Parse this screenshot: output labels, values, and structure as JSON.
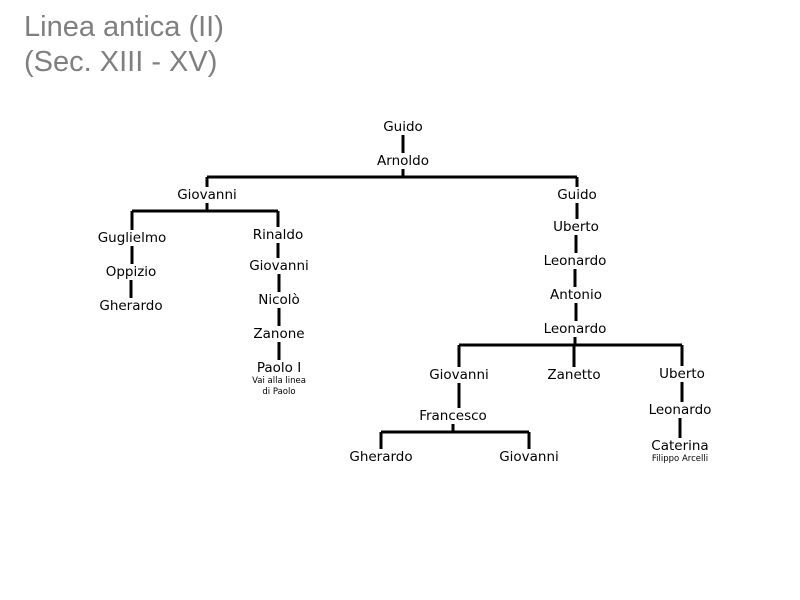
{
  "title": {
    "line1": "Linea antica (II)",
    "line2": "(Sec. XIII - XV)"
  },
  "nodes": [
    {
      "id": "guido1",
      "label": "Guido"
    },
    {
      "id": "arnoldo",
      "label": "Arnoldo"
    },
    {
      "id": "giovanni1",
      "label": "Giovanni"
    },
    {
      "id": "guido2",
      "label": "Guido"
    },
    {
      "id": "guglielmo",
      "label": "Guglielmo"
    },
    {
      "id": "oppizio",
      "label": "Oppizio"
    },
    {
      "id": "gherardo1",
      "label": "Gherardo"
    },
    {
      "id": "rinaldo",
      "label": "Rinaldo"
    },
    {
      "id": "giovanni2",
      "label": "Giovanni"
    },
    {
      "id": "nicolo",
      "label": "Nicolò"
    },
    {
      "id": "zanone",
      "label": "Zanone"
    },
    {
      "id": "paolo",
      "label": "Paolo I",
      "note": [
        "Vai alla linea",
        "di Paolo"
      ]
    },
    {
      "id": "uberto1",
      "label": "Uberto"
    },
    {
      "id": "leonardo1",
      "label": "Leonardo"
    },
    {
      "id": "antonio",
      "label": "Antonio"
    },
    {
      "id": "leonardo2",
      "label": "Leonardo"
    },
    {
      "id": "giovanni3",
      "label": "Giovanni"
    },
    {
      "id": "zanetto",
      "label": "Zanetto"
    },
    {
      "id": "uberto2",
      "label": "Uberto"
    },
    {
      "id": "francesco",
      "label": "Francesco"
    },
    {
      "id": "leonardo3",
      "label": "Leonardo"
    },
    {
      "id": "caterina",
      "label": "Caterina",
      "note": [
        "Filippo Arcelli"
      ]
    },
    {
      "id": "gherardo2",
      "label": "Gherardo"
    },
    {
      "id": "giovanni4",
      "label": "Giovanni"
    }
  ],
  "edges": [
    [
      "guido1",
      "arnoldo"
    ],
    [
      "arnoldo",
      "giovanni1"
    ],
    [
      "arnoldo",
      "guido2"
    ],
    [
      "giovanni1",
      "guglielmo"
    ],
    [
      "giovanni1",
      "rinaldo"
    ],
    [
      "guglielmo",
      "oppizio"
    ],
    [
      "oppizio",
      "gherardo1"
    ],
    [
      "rinaldo",
      "giovanni2"
    ],
    [
      "giovanni2",
      "nicolo"
    ],
    [
      "nicolo",
      "zanone"
    ],
    [
      "zanone",
      "paolo"
    ],
    [
      "guido2",
      "uberto1"
    ],
    [
      "uberto1",
      "leonardo1"
    ],
    [
      "leonardo1",
      "antonio"
    ],
    [
      "antonio",
      "leonardo2"
    ],
    [
      "leonardo2",
      "giovanni3"
    ],
    [
      "leonardo2",
      "zanetto"
    ],
    [
      "leonardo2",
      "uberto2"
    ],
    [
      "giovanni3",
      "francesco"
    ],
    [
      "francesco",
      "gherardo2"
    ],
    [
      "francesco",
      "giovanni4"
    ],
    [
      "uberto2",
      "leonardo3"
    ],
    [
      "leonardo3",
      "caterina"
    ]
  ]
}
